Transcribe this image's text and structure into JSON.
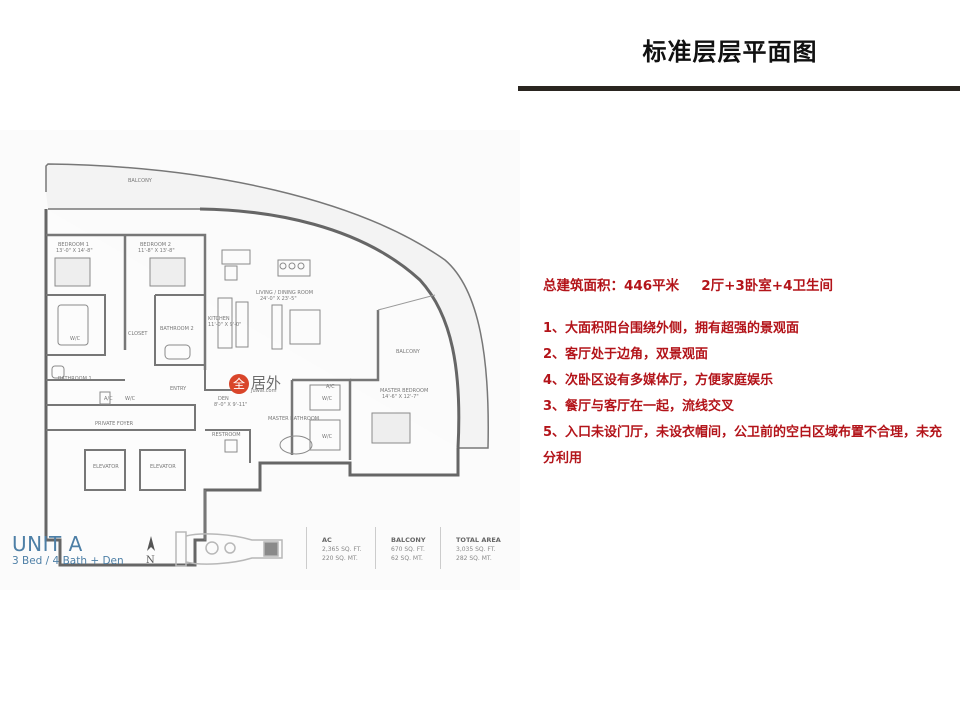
{
  "header": {
    "title": "标准层层平面图"
  },
  "summary": {
    "area": "总建筑面积：446平米",
    "layout": "2厅+3卧室+4卫生间"
  },
  "points": [
    "1、大面积阳台围绕外侧，拥有超强的景观面",
    "2、客厅处于边角，双景观面",
    "4、次卧区设有多媒体厅，方便家庭娱乐",
    "3、餐厅与客厅在一起，流线交叉",
    "5、入口未设门厅，未设衣帽间，公卫前的空白区域布置不合理，未充分利用"
  ],
  "plan": {
    "unit_name": "UNIT A",
    "unit_sub": "3 Bed / 4 Bath + Den",
    "north": "N",
    "watermark": {
      "logo": "全",
      "text": "居外",
      "url": "Juwai.com"
    },
    "stats": [
      {
        "label": "AC",
        "line1": "2,365 SQ. FT.",
        "line2": "220 SQ. MT."
      },
      {
        "label": "BALCONY",
        "line1": "670 SQ. FT.",
        "line2": "62 SQ. MT."
      },
      {
        "label": "TOTAL AREA",
        "line1": "3,035 SQ. FT.",
        "line2": "282 SQ. MT."
      }
    ],
    "labels": {
      "balcony_top": "BALCONY",
      "balcony_right": "BALCONY",
      "bedroom1": "BEDROOM 1",
      "bedroom1_size": "13'-0\" X 14'-8\"",
      "bedroom2": "BEDROOM 2",
      "bedroom2_size": "11'-8\" X 13'-8\"",
      "living": "LIVING / DINING ROOM",
      "living_size": "24'-0\" X 23'-5\"",
      "kitchen": "KITCHEN",
      "kitchen_size": "11'-0\" X 9'-0\"",
      "closet": "CLOSET",
      "bathroom1": "BATHROOM 1",
      "bathroom2": "BATHROOM 2",
      "wic1": "W/C",
      "wic2": "W/C",
      "wic3": "W/C",
      "wic4": "W/C",
      "entry": "ENTRY",
      "den": "DEN",
      "den_size": "8'-0\" X 9'-11\"",
      "powder": "RESTROOM",
      "foyer": "PRIVATE FOYER",
      "elevator1": "ELEVATOR",
      "elevator2": "ELEVATOR",
      "master": "MASTER BEDROOM",
      "master_size": "14'-6\" X 12'-7\"",
      "master_bath": "MASTER BATHROOM",
      "ac": "A/C",
      "ac2": "A/C"
    }
  }
}
